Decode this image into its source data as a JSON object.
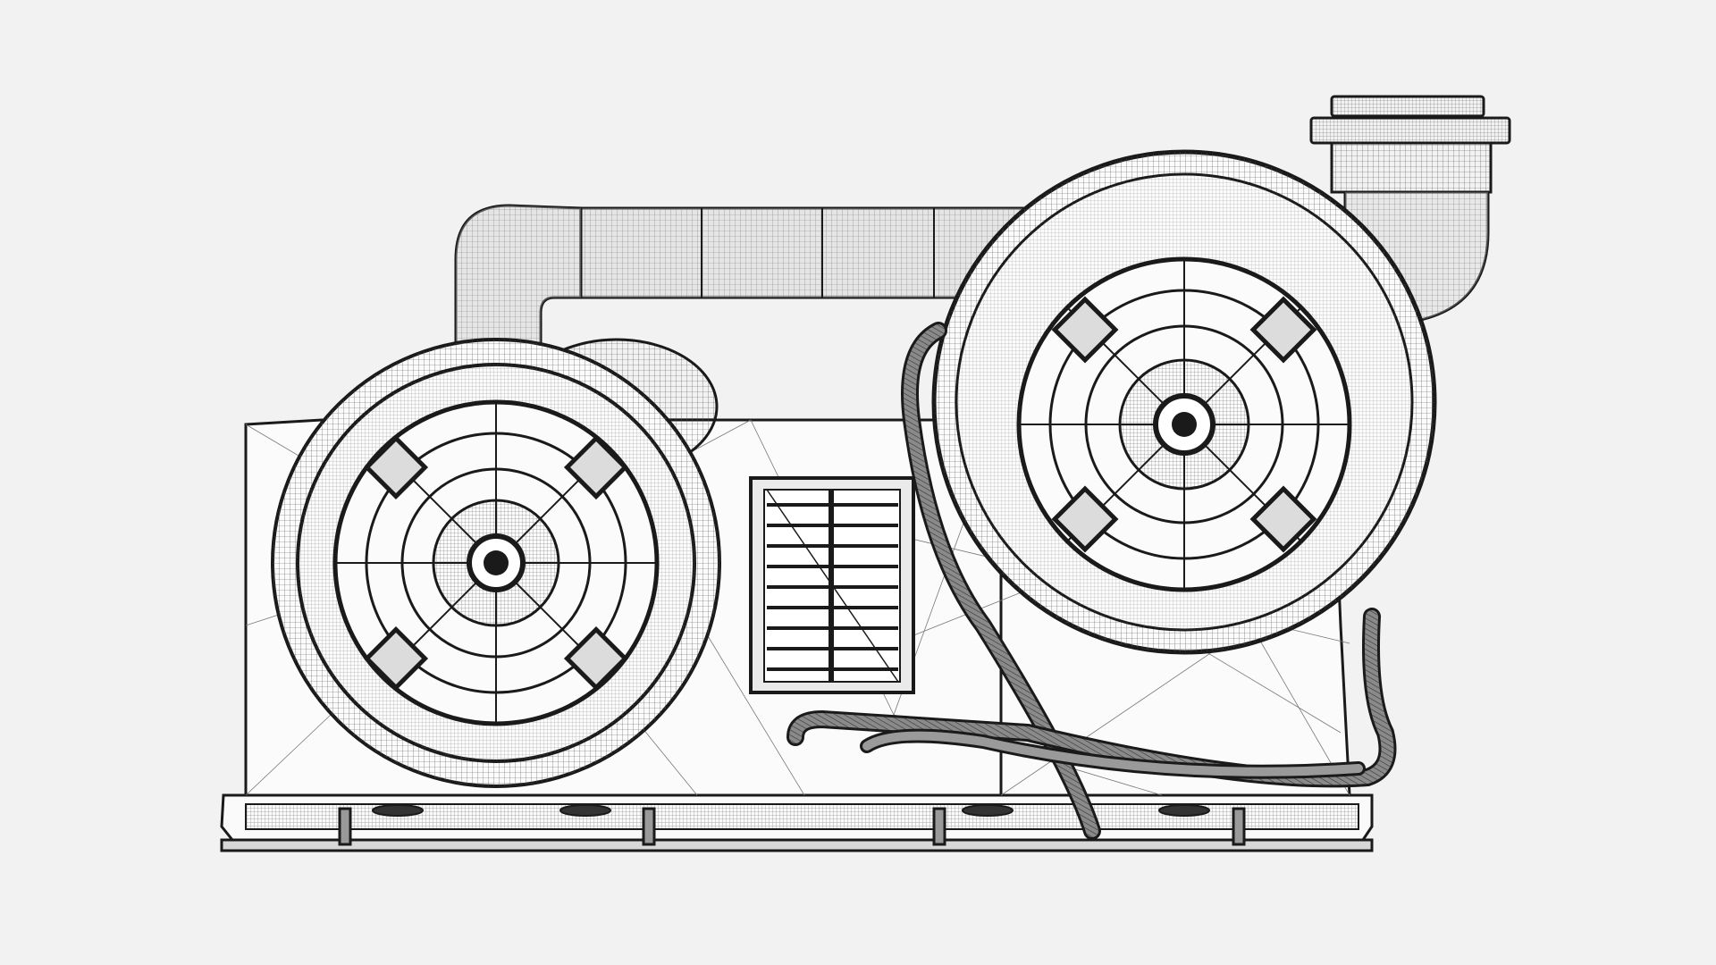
{
  "scene": {
    "background_color": "#f2f2f2",
    "line_color": "#1a1a1a",
    "fill_color": "#fafafa",
    "shade_color": "#cfcfcf",
    "components": [
      "blower-wheel-left",
      "blower-wheel-right",
      "vent-grille",
      "exhaust-pipe",
      "elbow-outlet",
      "hoses",
      "base-plate"
    ]
  }
}
